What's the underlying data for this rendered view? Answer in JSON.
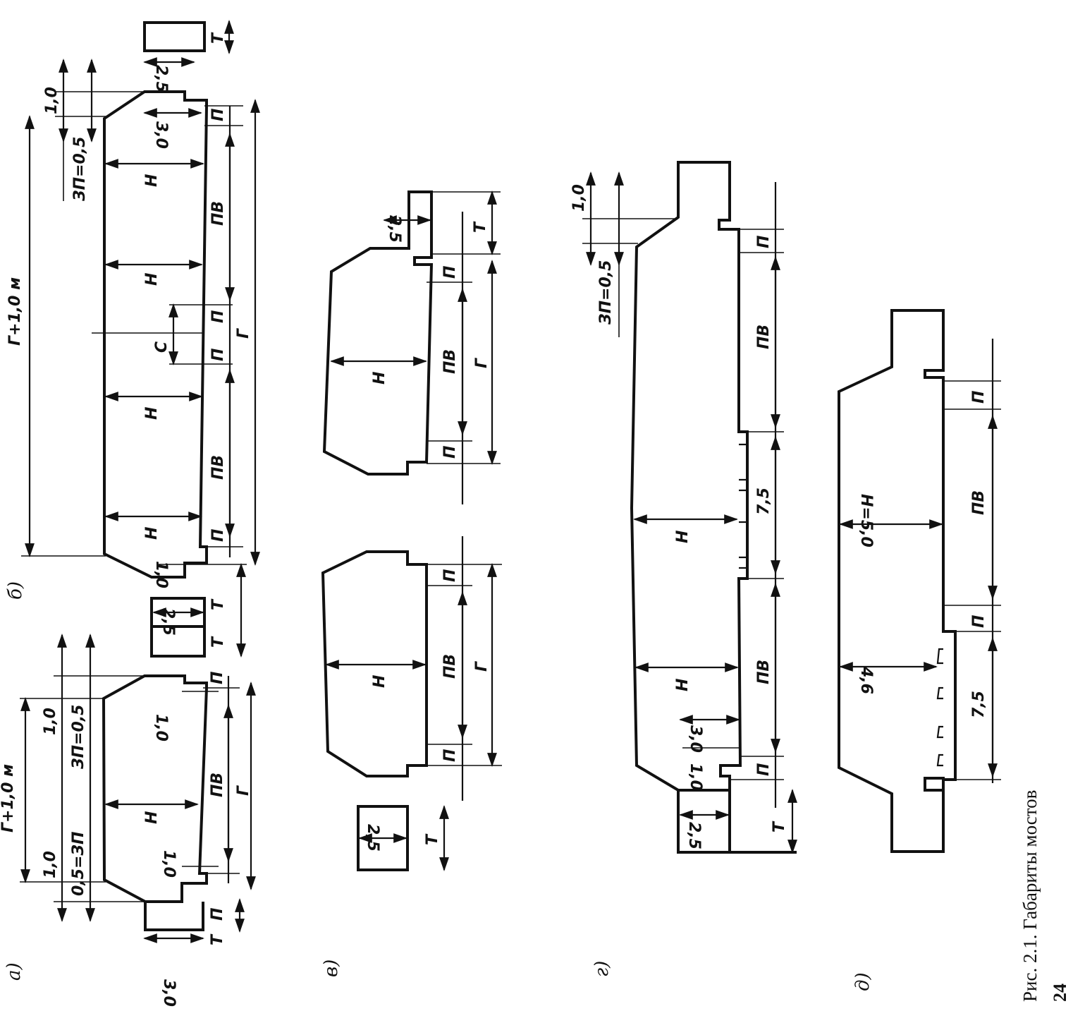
{
  "caption": "Рис. 2.1. Габариты мостов",
  "page_number": "24",
  "panels": {
    "a": {
      "label": "а)",
      "dims": {
        "total": "Г+1,0 м",
        "margin_left": "1,0",
        "margin_right": "1,0",
        "zp_left": "0,5=ЗП",
        "zp_right": "ЗП=0,5",
        "h": "Н",
        "p": "П",
        "pv": "ПВ",
        "g": "Г",
        "t": "Т",
        "w30": "3,0",
        "w10": "1,0"
      }
    },
    "b": {
      "label": "б)",
      "dims": {
        "total": "Г+1,0 м",
        "margin": "1,0",
        "zp": "ЗП=0,5",
        "h": "Н",
        "p": "П",
        "pv": "ПВ",
        "g": "Г",
        "c": "С",
        "t": "Т",
        "w25": "2,5",
        "w30": "3,0",
        "w10": "1,0"
      }
    },
    "v": {
      "label": "в)",
      "dims": {
        "h": "Н",
        "p": "П",
        "pv": "ПВ",
        "g": "Г",
        "t": "Т",
        "w25": "2,5"
      }
    },
    "g": {
      "label": "г)",
      "dims": {
        "margin": "1,0",
        "zp": "ЗП=0,5",
        "h": "Н",
        "p": "П",
        "pv": "ПВ",
        "track": "7,5",
        "t": "Т",
        "w25": "2,5",
        "w30": "3,0",
        "w10": "1,0"
      }
    },
    "d": {
      "label": "д)",
      "dims": {
        "h50": "Н=5,0",
        "h46": "4,6",
        "p": "П",
        "pv": "ПВ",
        "track": "7,5"
      }
    }
  }
}
